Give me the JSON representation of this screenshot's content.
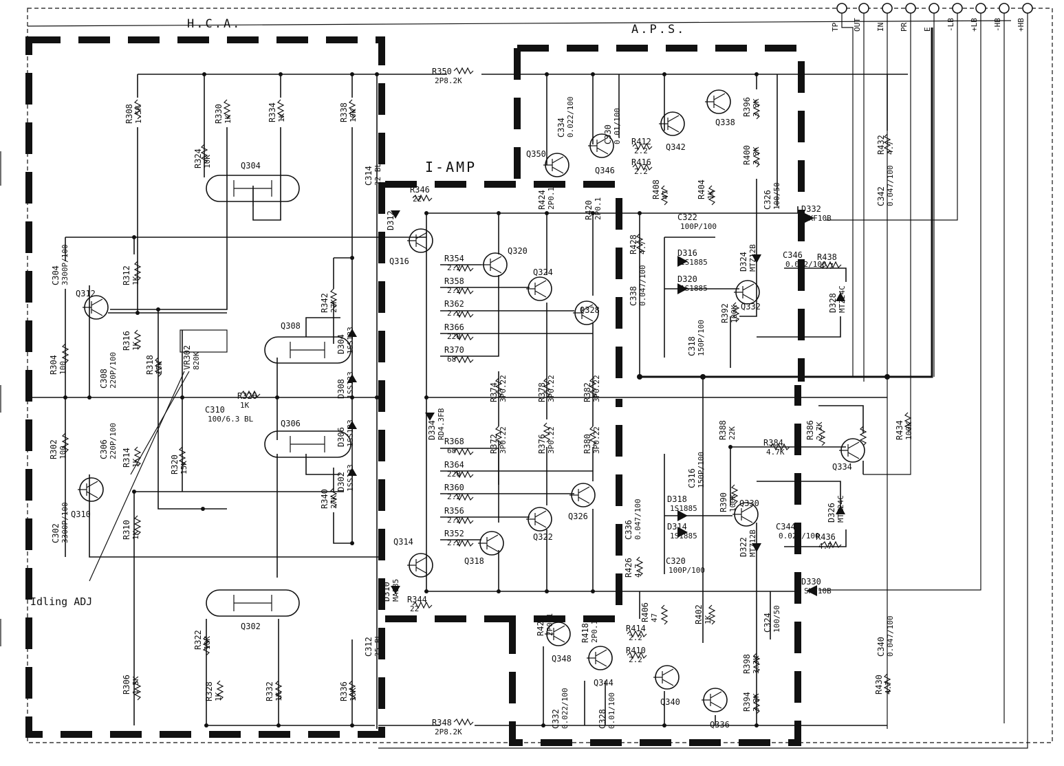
{
  "sections": {
    "hca": "H.C.A.",
    "aps": "A.P.S.",
    "iamp": "I-AMP"
  },
  "terminals": [
    "TP",
    "OUT",
    "IN",
    "PR",
    "E",
    "-LB",
    "+LB",
    "-HB",
    "+HB"
  ],
  "annotation": "Idling ADJ",
  "transistors": [
    "Q302",
    "Q304",
    "Q306",
    "Q308",
    "Q310",
    "Q312",
    "Q314",
    "Q316",
    "Q318",
    "Q320",
    "Q322",
    "Q324",
    "Q326",
    "Q328",
    "Q330",
    "Q332",
    "Q334",
    "Q336",
    "Q338",
    "Q340",
    "Q342",
    "Q344",
    "Q346",
    "Q348",
    "Q350"
  ],
  "parts": {
    "r350": [
      "R350",
      "2P8.2K"
    ],
    "r348": [
      "R348",
      "2P8.2K"
    ],
    "r308": [
      "R308",
      "1.5K"
    ],
    "r306": [
      "R306",
      "1.5K"
    ],
    "r330": [
      "R330",
      "1K"
    ],
    "r334": [
      "R334",
      "1K"
    ],
    "r338": [
      "R338",
      "10K"
    ],
    "r336": [
      "R336",
      "10K"
    ],
    "r324": [
      "R324",
      "10K"
    ],
    "r322": [
      "R322",
      "10K"
    ],
    "r328": [
      "R328",
      "1K"
    ],
    "r332": [
      "R332",
      "1K"
    ],
    "c304": [
      "C304",
      "3300P/100"
    ],
    "c302": [
      "C302",
      "3300P/100"
    ],
    "r312": [
      "R312",
      "1K"
    ],
    "r310": [
      "R310",
      "1K"
    ],
    "r316": [
      "R316",
      "1K"
    ],
    "r314": [
      "R314",
      "1K"
    ],
    "r318": [
      "R318",
      "15K"
    ],
    "r320": [
      "R320",
      "15K"
    ],
    "c308": [
      "C308",
      "220P/100"
    ],
    "c306": [
      "C306",
      "220P/100"
    ],
    "r304": [
      "R304",
      "100"
    ],
    "r302": [
      "R302",
      "100"
    ],
    "vr302": [
      "VR302",
      "820K"
    ],
    "c310": [
      "C310",
      "100/6.3 BL"
    ],
    "r326": [
      "R326",
      "1K"
    ],
    "r342": [
      "R342",
      "27K"
    ],
    "r340": [
      "R340",
      "27K"
    ],
    "d304": [
      "D304",
      "1SS133"
    ],
    "d308": [
      "D308",
      "1SS133"
    ],
    "d306": [
      "D306",
      "1SS133"
    ],
    "d302": [
      "D302",
      "1SS133"
    ],
    "c314": [
      "C314",
      "22 BL"
    ],
    "c312": [
      "C312",
      "25 BL"
    ],
    "r346": [
      "R346",
      "22"
    ],
    "r344": [
      "R344",
      "22"
    ],
    "d312": [
      "D312",
      ""
    ],
    "d310": [
      "D310",
      "MA185"
    ],
    "r354": [
      "R354",
      "2.2"
    ],
    "r358": [
      "R358",
      "2.2"
    ],
    "r362": [
      "R362",
      "2.2"
    ],
    "r366": [
      "R366",
      "220"
    ],
    "r370": [
      "R370",
      "68"
    ],
    "r368": [
      "R368",
      "68"
    ],
    "r364": [
      "R364",
      "220"
    ],
    "r360": [
      "R360",
      "2.2"
    ],
    "r356": [
      "R356",
      "2.2"
    ],
    "r352": [
      "R352",
      "2.2"
    ],
    "d334": [
      "D334",
      "RD4.3FB"
    ],
    "r374": [
      "R374",
      "3P0.22"
    ],
    "r378": [
      "R378",
      "3P0.22"
    ],
    "r382": [
      "R382",
      "3P0.22"
    ],
    "r372": [
      "R372",
      "3P0.22"
    ],
    "r376": [
      "R376",
      "3P0.22"
    ],
    "r380": [
      "R380",
      "3P0.22"
    ],
    "r424": [
      "R424",
      "2P0.1"
    ],
    "r420": [
      "R420",
      "2P0.1"
    ],
    "r422": [
      "R422",
      "2P0.1"
    ],
    "r418": [
      "R418",
      "2P0.1"
    ],
    "c334": [
      "C334",
      "0.022/100"
    ],
    "c330": [
      "C330",
      "0.01/100"
    ],
    "c332": [
      "C332",
      "0.022/100"
    ],
    "c328": [
      "C328",
      "0.01/100"
    ],
    "r412": [
      "R412",
      "2.2"
    ],
    "r416": [
      "R416",
      "2.2"
    ],
    "r414": [
      "R414",
      "2.2"
    ],
    "r410": [
      "R410",
      "2.2"
    ],
    "r408": [
      "R408",
      "47"
    ],
    "r406": [
      "R406",
      "47"
    ],
    "r404": [
      "R404",
      "1K"
    ],
    "r402": [
      "R402",
      "1K"
    ],
    "r396": [
      "R396",
      "3.3K"
    ],
    "r400": [
      "R400",
      "3.3K"
    ],
    "r398": [
      "R398",
      "3.3K"
    ],
    "r394": [
      "R394",
      "3.3K"
    ],
    "c326": [
      "C326",
      "100/50"
    ],
    "c324": [
      "C324",
      "100/50"
    ],
    "r432": [
      "R432",
      "4.7"
    ],
    "r430": [
      "R430",
      "4.7"
    ],
    "c342": [
      "C342",
      "0.047/100"
    ],
    "c340": [
      "C340",
      "0.047/100"
    ],
    "d332": [
      "D332",
      "SKF10B"
    ],
    "d330": [
      "D330",
      "SKF10B"
    ],
    "r428": [
      "R428",
      "4.7"
    ],
    "r426": [
      "R426",
      "4.7"
    ],
    "c338": [
      "C338",
      "0.047/100"
    ],
    "c336": [
      "C336",
      "0.047/100"
    ],
    "c322": [
      "C322",
      "100P/100"
    ],
    "c320": [
      "C320",
      "100P/100"
    ],
    "d316": [
      "D316",
      "1S1885"
    ],
    "d320": [
      "D320",
      "1S1885"
    ],
    "d318": [
      "D318",
      "1S1885"
    ],
    "d314": [
      "D314",
      "1S1885"
    ],
    "d324": [
      "D324",
      "MTZ12B"
    ],
    "d322": [
      "D322",
      "MTZ12B"
    ],
    "c346": [
      "C346",
      "0.022/100"
    ],
    "c344": [
      "C344",
      "0.022/100"
    ],
    "r438": [
      "R438",
      "4.7"
    ],
    "r436": [
      "R436",
      "4.7"
    ],
    "d328": [
      "D328",
      "MTZ24C"
    ],
    "d326": [
      "D326",
      "MTZ24C"
    ],
    "r392": [
      "R392",
      "100K"
    ],
    "r390": [
      "R390",
      "100K"
    ],
    "c318": [
      "C318",
      "150P/100"
    ],
    "c316": [
      "C316",
      "150P/100"
    ],
    "r388": [
      "R388",
      "22K"
    ],
    "r384": [
      "R384",
      "4.7K"
    ],
    "r386": [
      "R386",
      "2.7K"
    ],
    "r434": [
      "R434",
      "100K"
    ]
  }
}
